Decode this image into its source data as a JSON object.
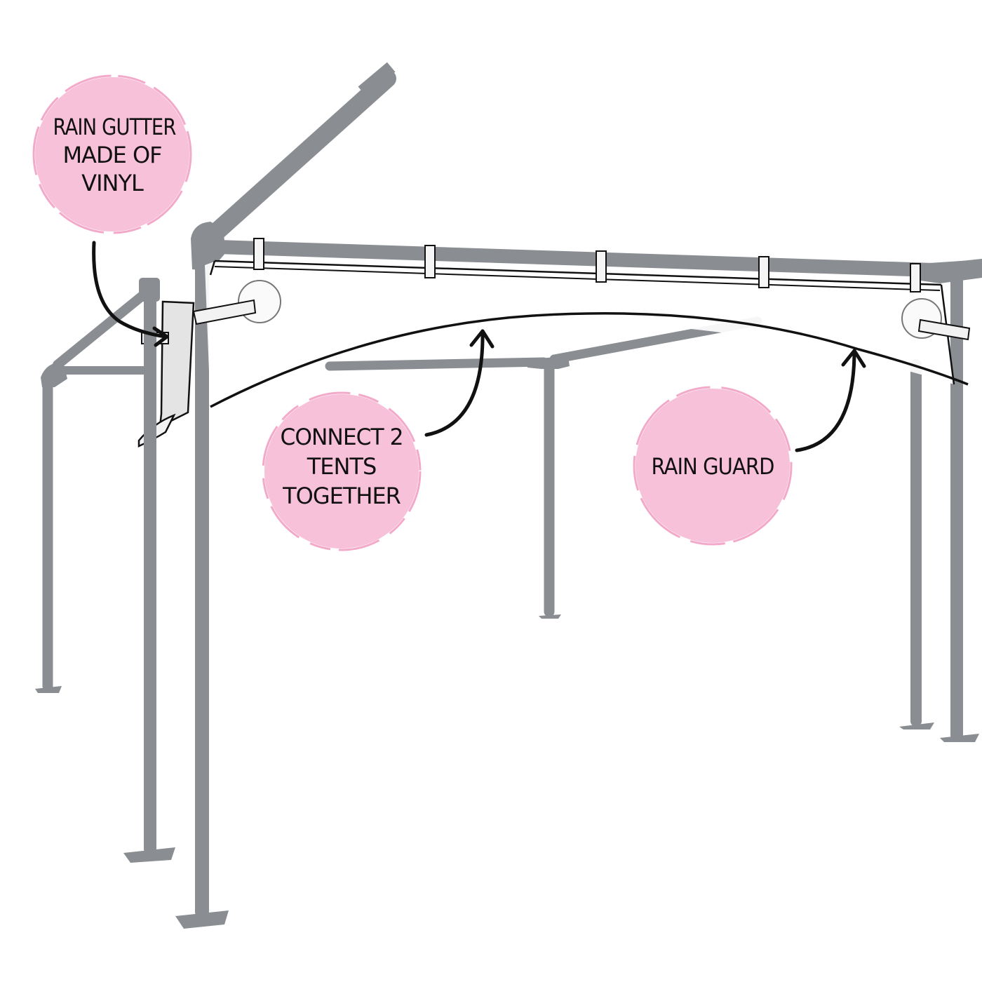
{
  "diagram": {
    "colors": {
      "frame": "#8a8d91",
      "frame_dark": "#6e7175",
      "callout_fill": "#f8c1da",
      "callout_edge": "#f3a9ca",
      "outline": "#111111",
      "vinyl": "#e4e4e4"
    },
    "callouts": [
      {
        "id": "rain-gutter",
        "lines": [
          "RAIN GUTTER",
          "MADE OF",
          "VINYL"
        ]
      },
      {
        "id": "connect",
        "lines": [
          "CONNECT 2",
          "TENTS",
          "TOGETHER"
        ]
      },
      {
        "id": "rain-guard",
        "lines": [
          "RAIN GUARD"
        ]
      }
    ]
  }
}
